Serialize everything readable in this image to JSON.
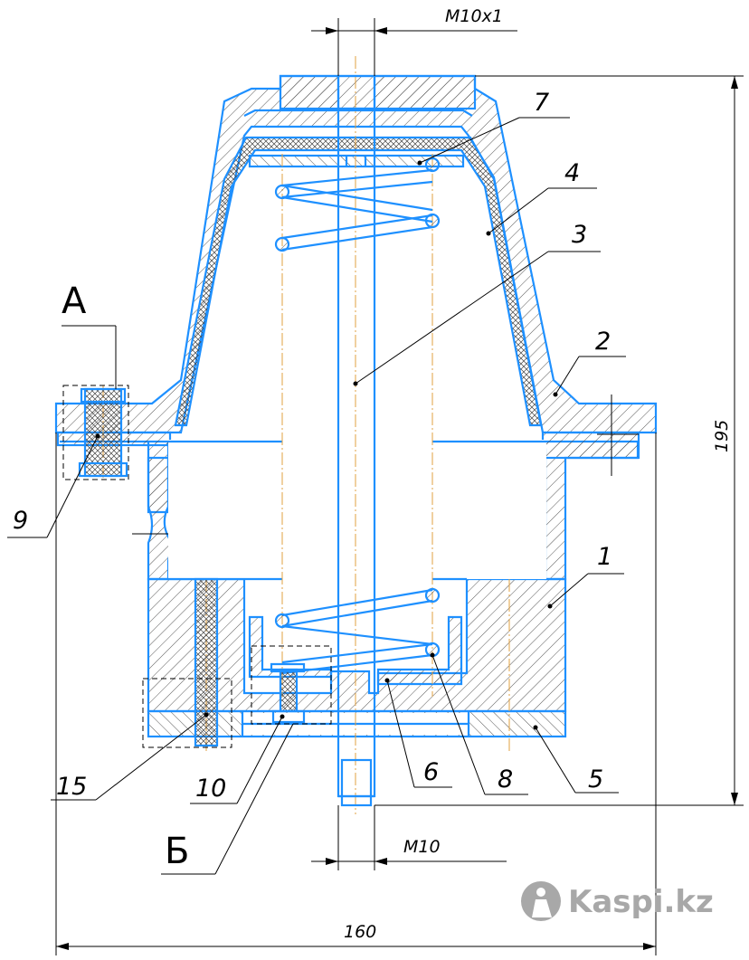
{
  "dimensions": {
    "top_thread": "M10x1",
    "height": "195",
    "bottom_thread": "M10",
    "width": "160"
  },
  "callouts": [
    "1",
    "2",
    "3",
    "4",
    "5",
    "6",
    "7",
    "8",
    "9",
    "10",
    "15"
  ],
  "views": {
    "a": "А",
    "b": "Б"
  },
  "watermark": {
    "brand": "Kaspi.kz"
  },
  "colors": {
    "outline": "#1e90ff",
    "lines": "#000000",
    "axis": "#e0a040",
    "logo": "#a8a8a8"
  }
}
